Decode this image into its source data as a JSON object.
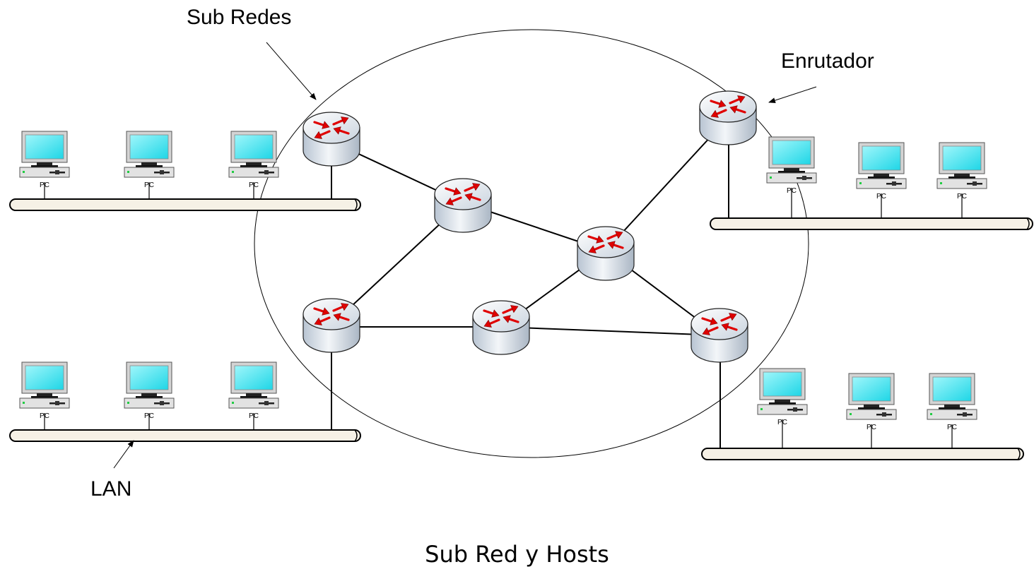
{
  "labels": {
    "subnets": "Sub Redes",
    "router": "Enrutador",
    "lan": "LAN",
    "caption": "Sub Red y Hosts",
    "pc": "PC"
  },
  "icons": {
    "router": "router-icon",
    "pc": "pc-icon"
  },
  "colors": {
    "screen": "#2fe0ec",
    "router_arrow": "#e00000",
    "router_body": "#dfe6ee",
    "bus_fill": "#f6f1e6",
    "pc_led": "#22cc44"
  }
}
